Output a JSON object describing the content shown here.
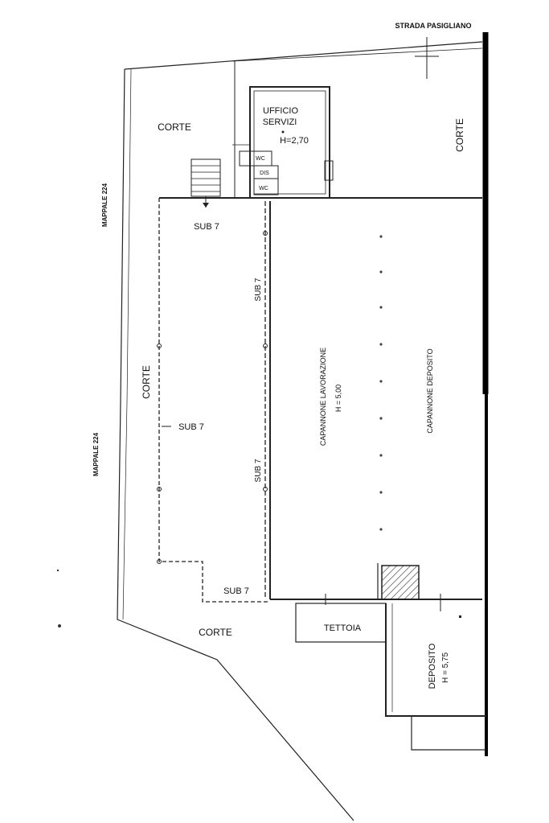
{
  "plan": {
    "street": "STRADA PASIGLIANO",
    "mappale_top": "MAPPALE 224",
    "mappale_bottom": "MAPPALE 224",
    "corte_top_left": "CORTE",
    "corte_top_right": "CORTE",
    "corte_left": "CORTE",
    "corte_bottom": "CORTE",
    "ufficio_line1": "UFFICIO",
    "ufficio_line2": "SERVIZI",
    "ufficio_height": "H=2,70",
    "wc1": "WC",
    "dis": "DIS",
    "wc2": "WC",
    "sub7_top": "SUB 7",
    "sub7_vert_upper": "SUB 7",
    "sub7_middle": "SUB 7",
    "sub7_vert_lower": "SUB 7",
    "sub7_bottom": "SUB 7",
    "lavorazione_name": "CAPANNONE LAVORAZIONE",
    "lavorazione_height": "H = 5,00",
    "deposito_big": "CAPANNONE DEPOSITO",
    "tettoia": "TETTOIA",
    "deposito_name": "DEPOSITO",
    "deposito_height": "H = 5,75"
  }
}
